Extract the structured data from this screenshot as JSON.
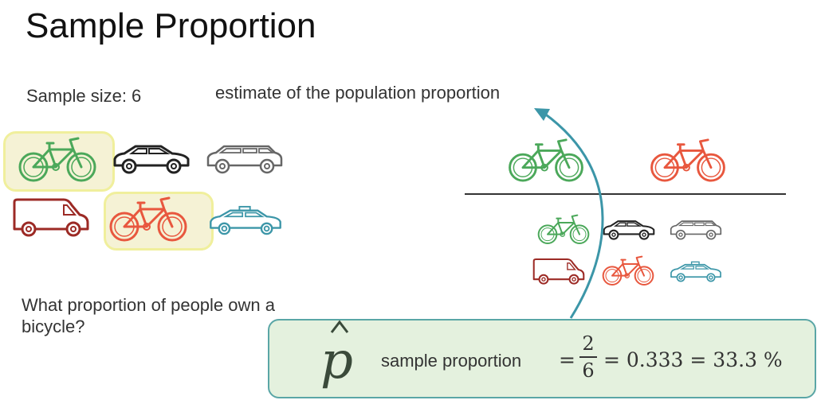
{
  "title": "Sample Proportion",
  "sample_size_label": "Sample size: 6",
  "estimate_label": "estimate of the population proportion",
  "question": "What proportion of people own a bicycle?",
  "formula": {
    "symbol": "p",
    "label": "sample proportion",
    "eq1": "=",
    "numerator": "2",
    "denominator": "6",
    "result": "= 0.333 = 33.3 %"
  },
  "colors": {
    "green_bike": "#4ba85a",
    "orange_bike": "#e8573e",
    "teal": "#3c96a8",
    "van": "#9c2a25",
    "dark_car": "#222222",
    "light_car": "#666666",
    "box_fill": "#e4f1de",
    "box_border": "#5aa6a6",
    "highlight": "#f0ef9c"
  },
  "sample_vehicles": [
    {
      "icon": "bicycle-icon",
      "color": "green",
      "highlighted": true
    },
    {
      "icon": "car-icon",
      "color": "dark"
    },
    {
      "icon": "station-wagon-icon",
      "color": "gray"
    },
    {
      "icon": "van-icon",
      "color": "red"
    },
    {
      "icon": "bicycle-icon",
      "color": "orange",
      "highlighted": true
    },
    {
      "icon": "taxi-icon",
      "color": "teal"
    }
  ]
}
